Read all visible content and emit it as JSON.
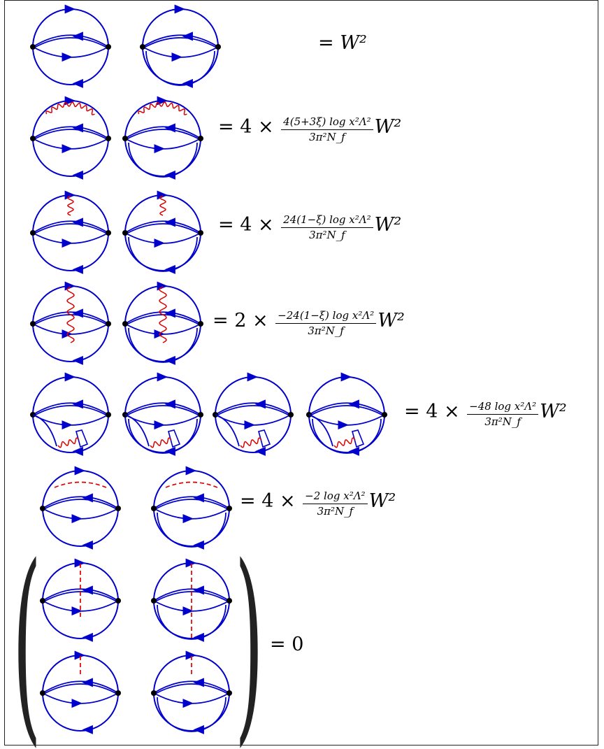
{
  "rows": [
    {
      "prefix": "= ",
      "numerator": "",
      "denominator": "",
      "suffix": "W²"
    },
    {
      "prefix": "= 4 × ",
      "numerator": "4(5+3ξ) log x²Λ²",
      "denominator": "3π²N_f",
      "suffix": "W²"
    },
    {
      "prefix": "= 4 × ",
      "numerator": "24(1−ξ) log x²Λ²",
      "denominator": "3π²N_f",
      "suffix": "W²"
    },
    {
      "prefix": "= 2 × ",
      "numerator": "−24(1−ξ) log x²Λ²",
      "denominator": "3π²N_f",
      "suffix": "W²"
    },
    {
      "prefix": "= 4 × ",
      "numerator": "−48 log x²Λ²",
      "denominator": "3π²N_f",
      "suffix": "W²"
    },
    {
      "prefix": "= 4 × ",
      "numerator": "−2 log x²Λ²",
      "denominator": "3π²N_f",
      "suffix": "W²"
    },
    {
      "prefix": "= 0",
      "numerator": "",
      "denominator": "",
      "suffix": ""
    }
  ],
  "colors": {
    "propagator": "#0000cc",
    "photon": "#dd0000",
    "vertex": "#000000",
    "frame": "#222222"
  }
}
